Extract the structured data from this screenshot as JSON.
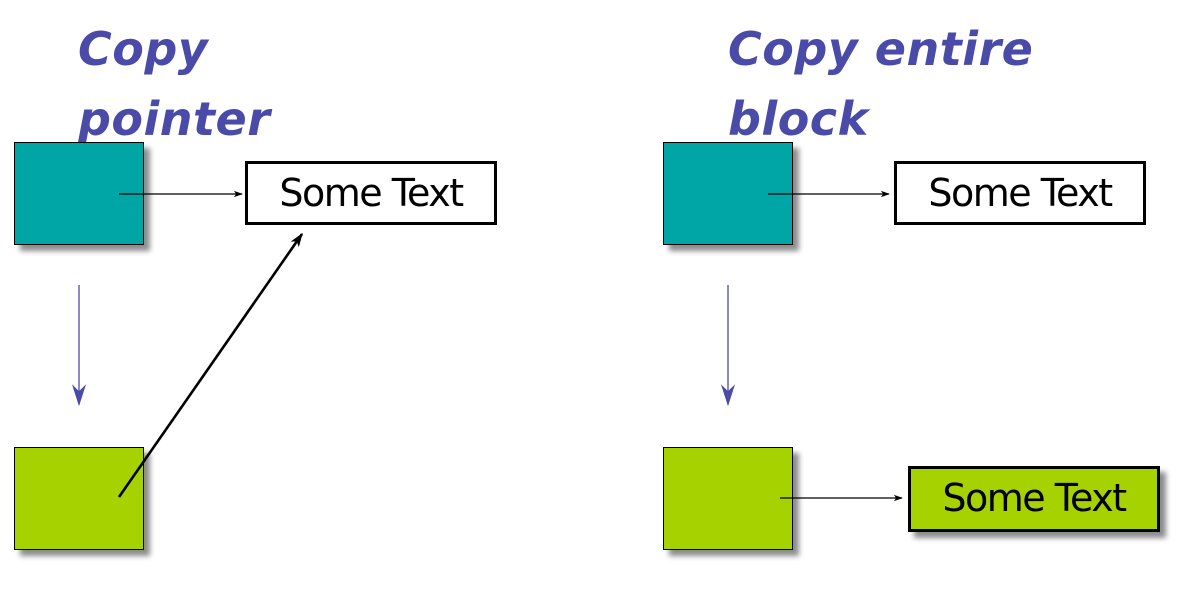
{
  "colors": {
    "heading": "#4a4aa8",
    "source_box": "#00a6a6",
    "copy_box": "#a6d200",
    "copy_arrow": "#4a4aa8",
    "pointer_arrow": "#000000"
  },
  "left_panel": {
    "heading_line1": "Copy",
    "heading_line2": "pointer",
    "block_text": "Some Text"
  },
  "right_panel": {
    "heading_line1": "Copy entire",
    "heading_line2": "block",
    "block_text": "Some Text",
    "copied_block_text": "Some Text"
  }
}
